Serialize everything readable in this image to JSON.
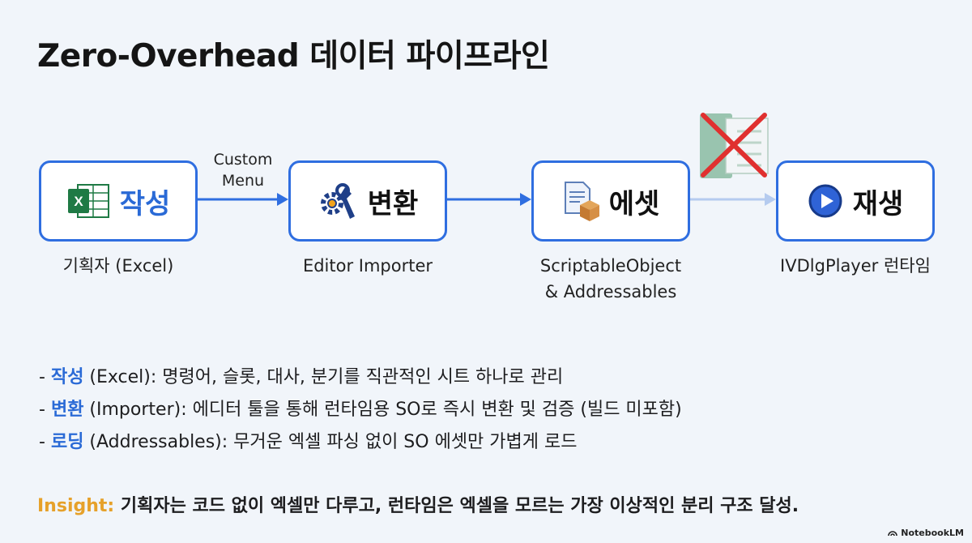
{
  "title": "Zero-Overhead 데이터 파이프라인",
  "steps": [
    {
      "label": "작성",
      "icon": "excel-icon",
      "caption": "기획자 (Excel)"
    },
    {
      "label": "변환",
      "icon": "gears-wrench-icon",
      "caption": "Editor Importer"
    },
    {
      "label": "에셋",
      "icon": "document-box-icon",
      "caption_line1": "ScriptableObject",
      "caption_line2": "& Addressables"
    },
    {
      "label": "재생",
      "icon": "play-icon",
      "caption": "IVDlgPlayer 런타임"
    }
  ],
  "arrow_label_line1": "Custom",
  "arrow_label_line2": "Menu",
  "bullets": [
    {
      "dash": "-",
      "term": "작성",
      "text": " (Excel): 명령어, 슬롯, 대사, 분기를 직관적인 시트 하나로 관리"
    },
    {
      "dash": "-",
      "term": "변환",
      "text": " (Importer): 에디터 툴을 통해 런타임용 SO로 즉시 변환 및 검증 (빌드 미포함)"
    },
    {
      "dash": "-",
      "term": "로딩",
      "text": " (Addressables): 무거운 엑셀 파싱 없이 SO 에셋만 가볍게 로드"
    }
  ],
  "insight": {
    "tag": "Insight:",
    "text": " 기획자는 코드 없이 엑셀만 다루고, 런타임은 엑셀을 모르는 가장 이상적인 분리 구조 달성."
  },
  "brand": "NotebookLM",
  "colors": {
    "accent": "#2f6ee0",
    "insight": "#e6a12a",
    "excel_green": "#1f7a45",
    "cross_red": "#e0302f"
  }
}
